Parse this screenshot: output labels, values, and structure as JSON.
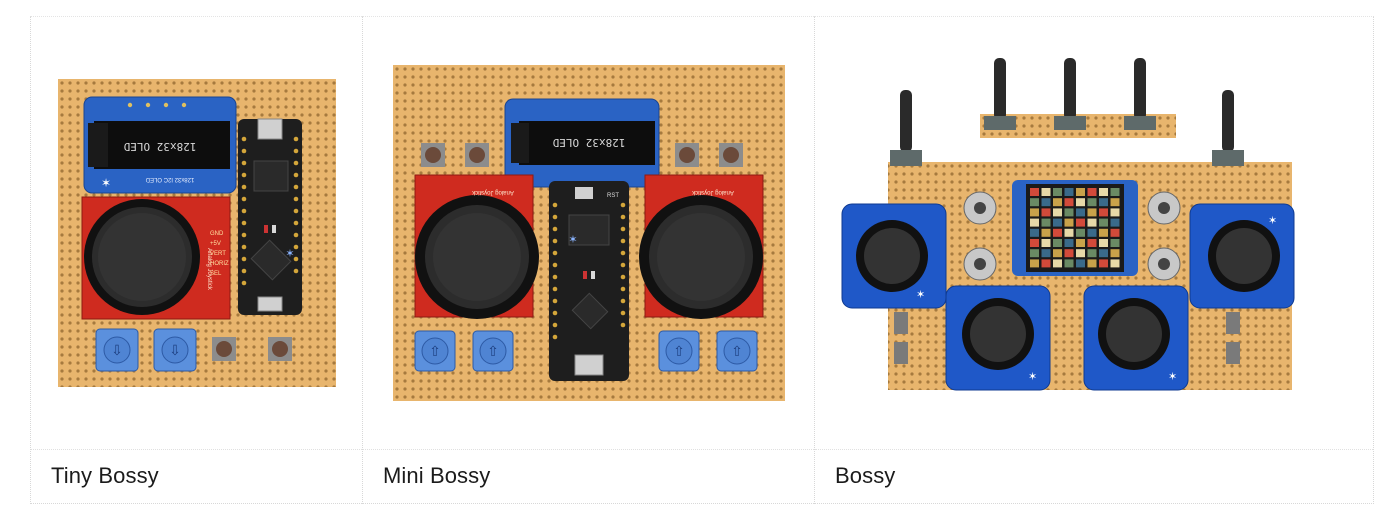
{
  "gallery": {
    "items": [
      {
        "caption": "Tiny Bossy",
        "oled_label": "128x32 OLED",
        "oled_sub": "128x32 I2C OLED",
        "joystick_text": "Analog Joystick",
        "pin_labels": [
          "GND",
          "+5V",
          "VERT",
          "HORIZ",
          "SEL"
        ]
      },
      {
        "caption": "Mini Bossy",
        "oled_label": "128x32 OLED",
        "joystick_text": "Analog Joystick",
        "reset_label": "RST"
      },
      {
        "caption": "Bossy"
      }
    ]
  },
  "colors": {
    "perfboard": "#e8b56d",
    "perfboard_hole": "#a67a3e",
    "oled_blue": "#2a63c4",
    "breakout_red": "#cf2b1f",
    "feather_black": "#1e1e1e",
    "encoder_blue": "#5b90dd",
    "joystick_board_blue": "#1f58c8"
  }
}
